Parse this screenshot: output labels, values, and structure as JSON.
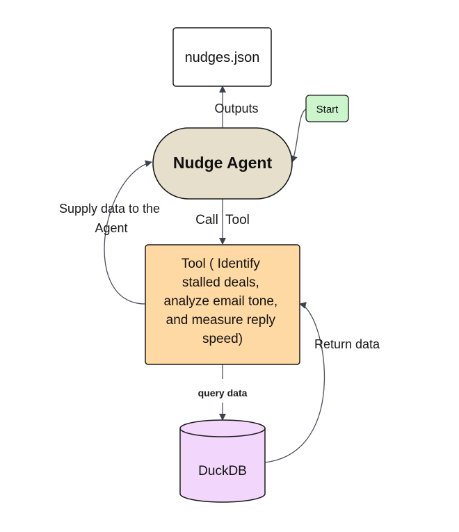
{
  "nodes": {
    "output_file": {
      "label": "nudges.json",
      "fill": "#ffffff",
      "stroke": "#1a1a1a"
    },
    "start": {
      "label": "Start",
      "fill": "#ccf5cc",
      "stroke": "#1a1a1a"
    },
    "agent": {
      "label": "Nudge Agent",
      "fill": "#e6dfcb",
      "stroke": "#1a1a1a"
    },
    "tool": {
      "lines": [
        "Tool ( Identify",
        "stalled deals,",
        "analyze email tone,",
        "and measure reply",
        "speed)"
      ],
      "fill": "#ffd9a3",
      "stroke": "#1a1a1a"
    },
    "database": {
      "label": "DuckDB",
      "fill": "#f2d6fb",
      "stroke": "#1a1a1a"
    }
  },
  "edges": {
    "outputs": {
      "label": "Outputs"
    },
    "call_tool": {
      "label": "Call  Tool"
    },
    "supply_data": {
      "lines": [
        "Supply data to the",
        "Agent"
      ]
    },
    "query_data": {
      "label": "query data"
    },
    "return_data": {
      "label": "Return data"
    }
  },
  "colors": {
    "connector": "#4a4f59",
    "arrowhead": "#3b4250"
  }
}
